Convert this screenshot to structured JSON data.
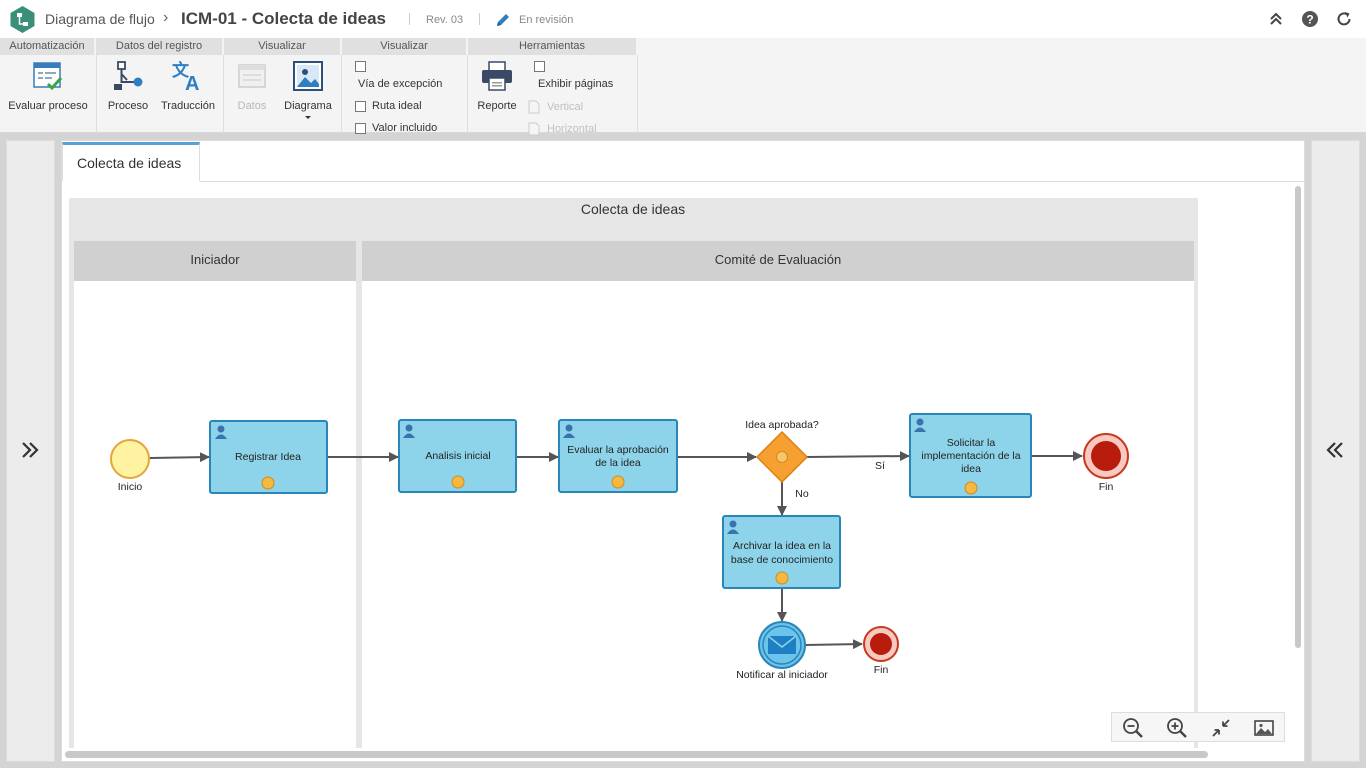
{
  "header": {
    "breadcrumb": "Diagrama de flujo",
    "breadcrumb_separator": "›",
    "title": "ICM-01 - Colecta de ideas",
    "revision": "Rev. 03",
    "status": "En revisión"
  },
  "ribbon": {
    "groups": {
      "automatizacion": "Automatización",
      "datos_registro": "Datos del registro",
      "visualizar_1": "Visualizar",
      "visualizar_2": "Visualizar",
      "herramientas": "Herramientas"
    },
    "buttons": {
      "evaluar_proceso": "Evaluar proceso",
      "proceso": "Proceso",
      "traduccion": "Traducción",
      "datos": "Datos",
      "diagrama": "Diagrama",
      "reporte": "Reporte"
    },
    "checks": {
      "via_excepcion": "Vía de excepción",
      "ruta_ideal": "Ruta ideal",
      "valor_incluido": "Valor incluido",
      "exhibir_paginas": "Exhibir páginas",
      "vertical": "Vertical",
      "horizontal": "Horizontal"
    }
  },
  "tabs": {
    "active": "Colecta de ideas"
  },
  "diagram": {
    "pool_title": "Colecta de ideas",
    "lanes": [
      "Iniciador",
      "Comité de Evaluación"
    ],
    "nodes": {
      "inicio": "Inicio",
      "registrar": "Registrar Idea",
      "analisis": "Analisis inicial",
      "evaluar_l1": "Evaluar la aprobación",
      "evaluar_l2": "de la idea",
      "gateway": "Idea aprobada?",
      "si": "Sí",
      "no": "No",
      "solicitar_l1": "Solicitar la",
      "solicitar_l2": "implementación de la",
      "solicitar_l3": "idea",
      "fin1": "Fin",
      "archivar_l1": "Archivar la idea en la",
      "archivar_l2": "base de conocimiento",
      "notificar": "Notificar al iniciador",
      "fin2": "Fin"
    }
  },
  "colors": {
    "task_fill": "#8dd4ea",
    "task_stroke": "#2a86b8",
    "gateway_fill": "#f5a030",
    "start_fill": "#fef3a0",
    "end_fill": "#b81c0c",
    "lane_header": "#d0d0d0",
    "accent": "#5aa0d0"
  }
}
